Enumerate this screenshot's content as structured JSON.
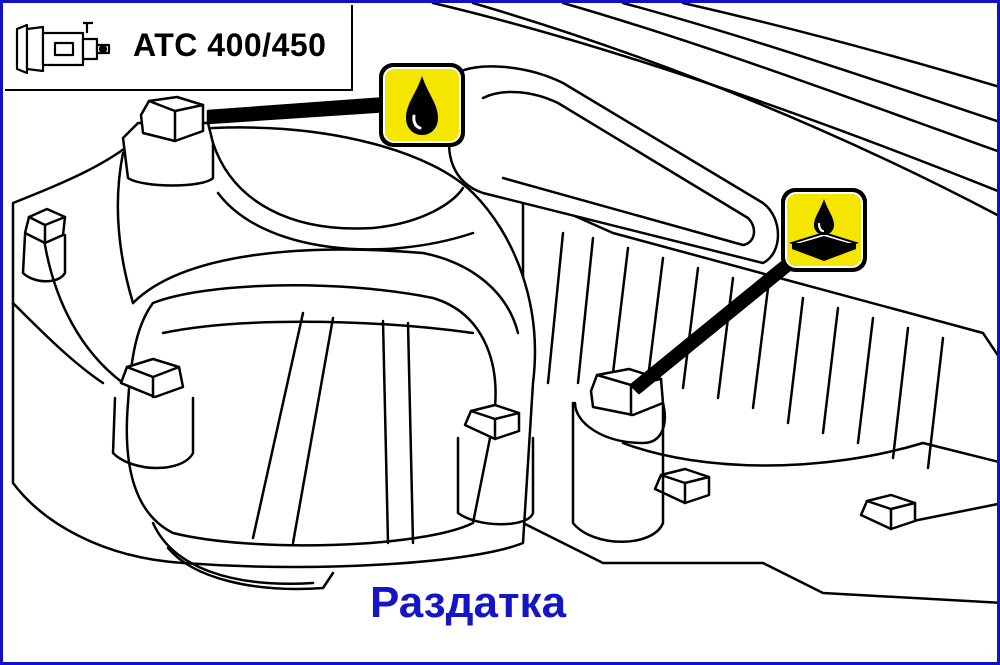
{
  "header": {
    "model_title": "ATC 400/450",
    "model_icon": "transmission-icon"
  },
  "callouts": [
    {
      "name": "fill-plug",
      "icon": "oil-drop-icon",
      "color": "#f5e600"
    },
    {
      "name": "drain-plug",
      "icon": "oil-drain-pan-icon",
      "color": "#f5e600"
    }
  ],
  "caption": "Раздатка",
  "colors": {
    "frame": "#1010c8",
    "caption": "#1515c8",
    "callout_fill": "#f5e600"
  }
}
